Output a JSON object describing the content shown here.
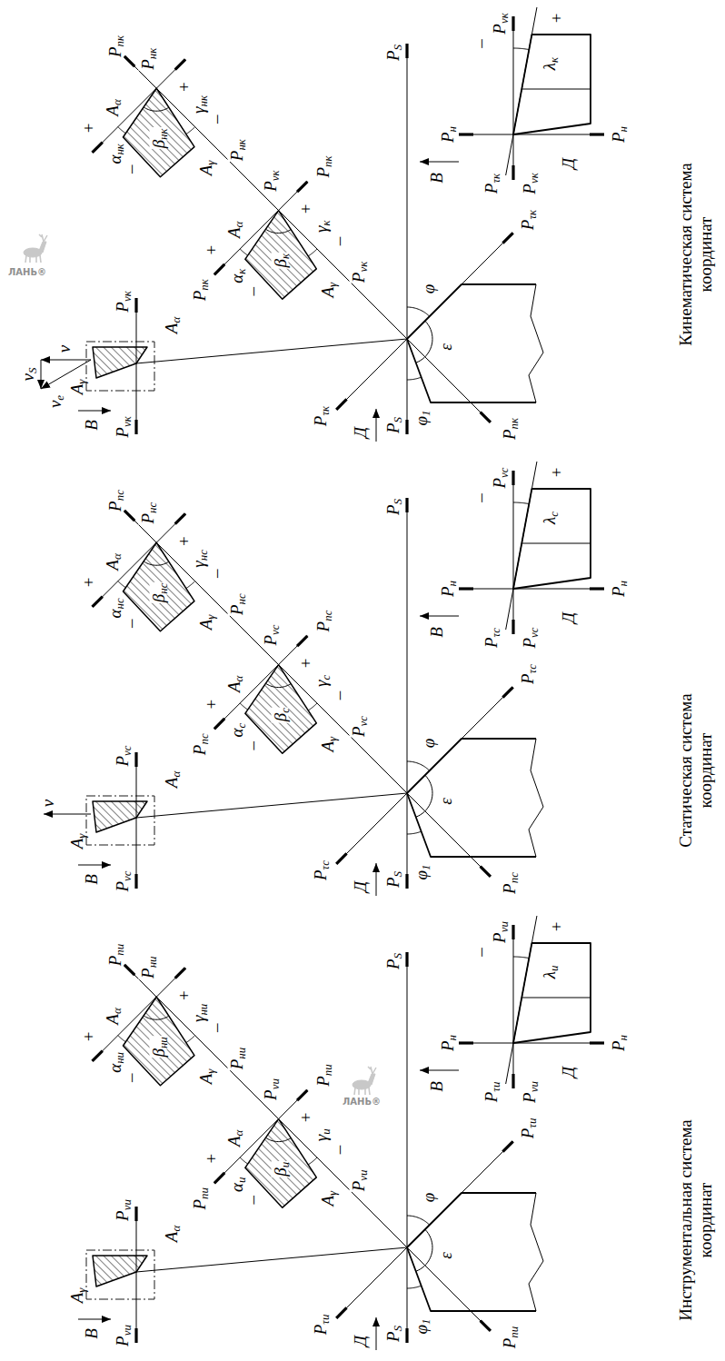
{
  "diagram": {
    "labels": [
      "В",
      "Pvи",
      "Pvи",
      "Aγ",
      "Aα",
      "Pvи",
      "Pvи",
      "Pnи",
      "Pnи",
      "Aγ",
      "Aα",
      "γи",
      "βи",
      "αи",
      "–",
      "+",
      "–",
      "+",
      "Pни",
      "Pни",
      "Aα",
      "Aγ",
      "αни",
      "βни",
      "γни",
      "–",
      "+",
      "–",
      "+",
      "Pnи",
      "Pnи",
      "PS",
      "PS",
      "Pτи",
      "Pτи",
      "φ1",
      "ε",
      "φ",
      "В",
      "Д",
      "Д",
      "Pvи",
      "Pvи",
      "Pн",
      "Pн",
      "Pτи",
      "λи",
      "–",
      "+",
      "Инструментальная система координат",
      "В",
      "Pvс",
      "Pvс",
      "Aγ",
      "Aα",
      "Pvс",
      "Pvс",
      "Pnс",
      "Pnс",
      "Aγ",
      "Aα",
      "γс",
      "βс",
      "αс",
      "–",
      "+",
      "–",
      "+",
      "Pнс",
      "Pнс",
      "Aα",
      "Aγ",
      "αнс",
      "βнс",
      "γнс",
      "–",
      "+",
      "–",
      "+",
      "Pnс",
      "Pnс",
      "PS",
      "PS",
      "Pτс",
      "Pτс",
      "φ1",
      "ε",
      "φ",
      "В",
      "Д",
      "Д",
      "Pvс",
      "Pvс",
      "Pн",
      "Pн",
      "Pτс",
      "λс",
      "–",
      "+",
      "Статическая система координат",
      "v",
      "В",
      "Pvк",
      "Pvк",
      "Aγ",
      "Aα",
      "Pvк",
      "Pvк",
      "Pnк",
      "Pnк",
      "Aγ",
      "Aα",
      "γк",
      "βк",
      "αк",
      "–",
      "+",
      "–",
      "+",
      "Pнк",
      "Pнк",
      "Aα",
      "Aγ",
      "αнк",
      "βнк",
      "γнк",
      "–",
      "+",
      "–",
      "+",
      "Pnк",
      "Pnк",
      "PS",
      "PS",
      "Pτк",
      "Pτк",
      "φ1",
      "ε",
      "φ",
      "В",
      "Д",
      "Д",
      "Pvк",
      "Pvк",
      "Pн",
      "Pн",
      "Pτк",
      "λк",
      "–",
      "+",
      "Кинематическая система координат",
      "v",
      "ve",
      "vS",
      "ЛАНЬ®",
      "ЛАНЬ®"
    ]
  }
}
